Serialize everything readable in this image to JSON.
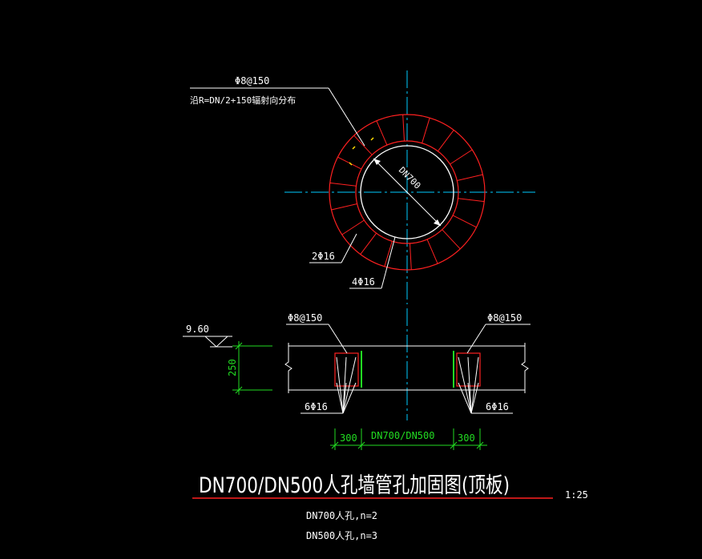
{
  "colors": {
    "background": "#000000",
    "outline": "#ffffff",
    "rebar": "#ff2020",
    "centerline": "#00ccff",
    "dimension": "#22dd22",
    "marker": "#ffdd00"
  },
  "plan": {
    "leader_top_line1": "Φ8@150",
    "leader_top_line2": "沿R=DN/2+150辐射向分布",
    "diameter_label": "DN700",
    "leader_ring": "2Φ16",
    "leader_inner": "4Φ16"
  },
  "section": {
    "elevation": "9.60",
    "thickness": "250",
    "left_stirrup": "Φ8@150",
    "right_stirrup": "Φ8@150",
    "left_bars": "6Φ16",
    "right_bars": "6Φ16",
    "dim_left": "300",
    "dim_middle": "DN700/DN500",
    "dim_right": "300"
  },
  "title": {
    "main": "DN700/DN500人孔墙管孔加固图(顶板)",
    "scale": "1:25",
    "note1": "DN700人孔,n=2",
    "note2": "DN500人孔,n=3"
  }
}
